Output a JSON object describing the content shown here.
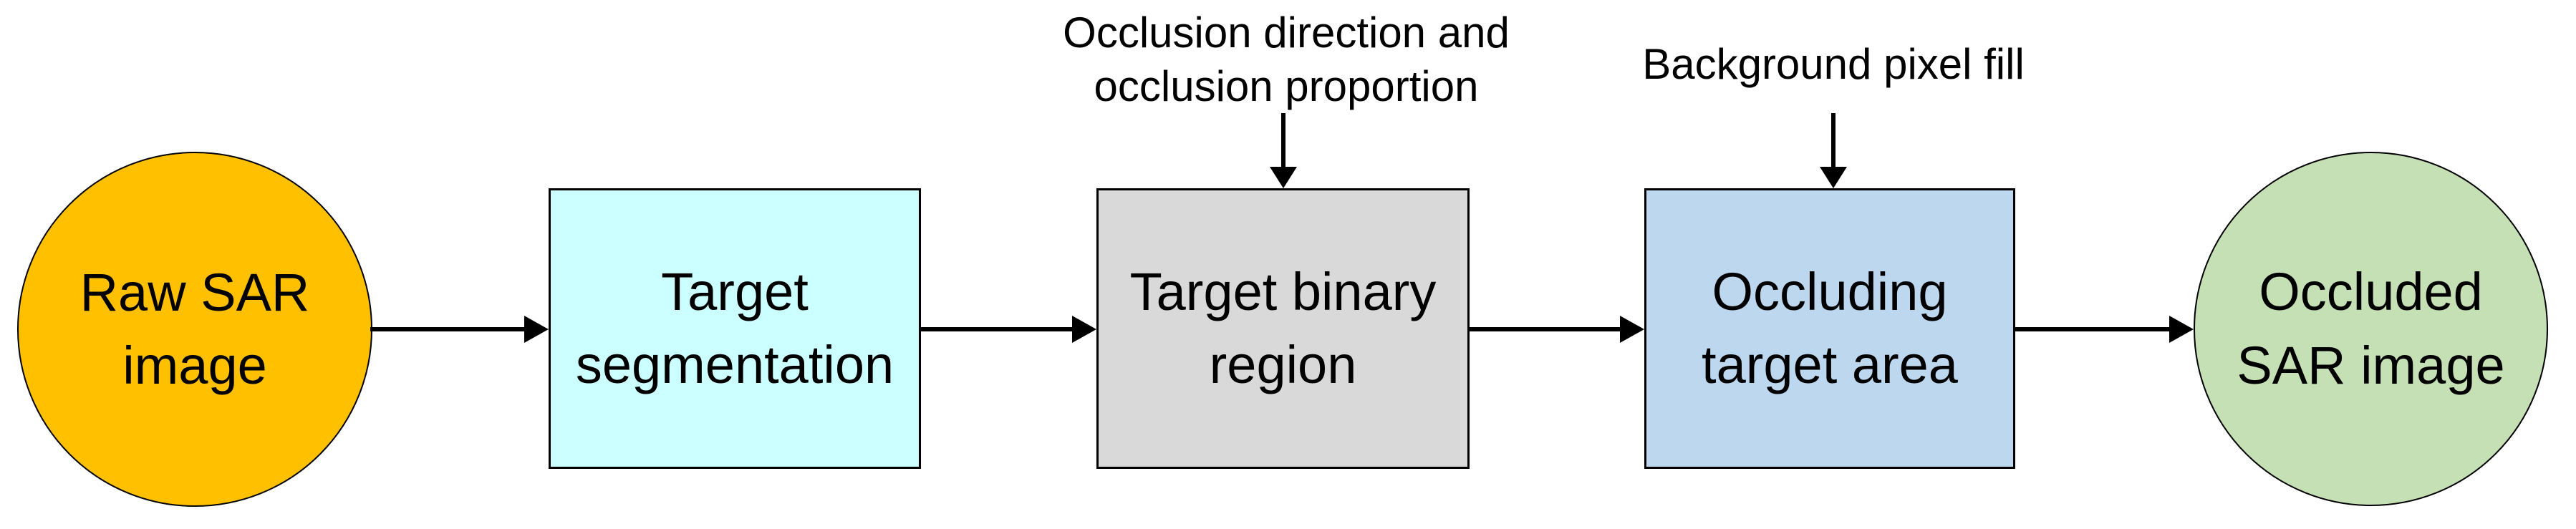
{
  "figure": {
    "type": "flowchart",
    "background": "#FFFFFF",
    "text_color": "#000000",
    "line_color": "#000000",
    "nodes": [
      {
        "id": "raw-sar-image",
        "shape": "ellipse",
        "fill": "#FFC000",
        "border": "#000000",
        "label": "Raw SAR image",
        "lines": [
          "Raw SAR",
          "image"
        ]
      },
      {
        "id": "target-segmentation",
        "shape": "rectangle",
        "fill": "#CCFFFF",
        "border": "#000000",
        "label": "Target segmentation",
        "lines": [
          "Target",
          "segmentation"
        ]
      },
      {
        "id": "target-binary-region",
        "shape": "rectangle",
        "fill": "#D9D9D9",
        "border": "#000000",
        "label": "Target binary region",
        "lines": [
          "Target binary",
          "region"
        ]
      },
      {
        "id": "occluding-target-area",
        "shape": "rectangle",
        "fill": "#BDD7EE",
        "border": "#000000",
        "label": "Occluding target area",
        "lines": [
          "Occluding",
          "target area"
        ]
      },
      {
        "id": "occluded-sar-image",
        "shape": "ellipse",
        "fill": "#C5E0B4",
        "border": "#000000",
        "label": "Occluded SAR image",
        "lines": [
          "Occluded",
          "SAR image"
        ]
      }
    ],
    "flow_arrows": [
      {
        "from": "raw-sar-image",
        "to": "target-segmentation"
      },
      {
        "from": "target-segmentation",
        "to": "target-binary-region"
      },
      {
        "from": "target-binary-region",
        "to": "occluding-target-area"
      },
      {
        "from": "occluding-target-area",
        "to": "occluded-sar-image"
      }
    ],
    "annotations": [
      {
        "id": "occlusion-params",
        "points_to": "target-binary-region",
        "label": "Occlusion direction and occlusion proportion",
        "lines": [
          "Occlusion direction and",
          "occlusion proportion"
        ]
      },
      {
        "id": "background-pixel-fill",
        "points_to": "occluding-target-area",
        "label": "Background pixel fill",
        "lines": [
          "Background pixel fill"
        ]
      }
    ]
  }
}
